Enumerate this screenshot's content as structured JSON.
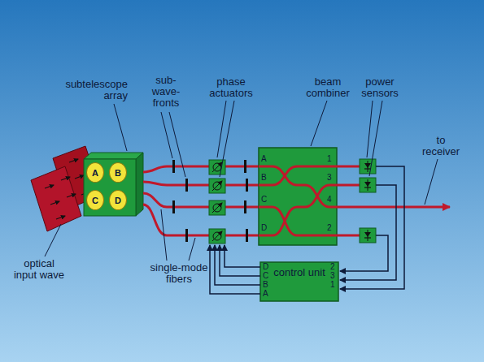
{
  "diagram": {
    "nodes": [
      {
        "text": [
          "A"
        ]
      },
      {
        "text": [
          "B"
        ]
      },
      {
        "text": [
          "C"
        ]
      },
      {
        "text": [
          "D"
        ]
      },
      {
        "text": [
          "A",
          "B",
          "C",
          "D",
          "1",
          "3",
          "4",
          "2"
        ]
      },
      {
        "text": [
          "control unit",
          "D",
          "C",
          "B",
          "A",
          "2",
          "3",
          "1"
        ]
      }
    ],
    "labels": [
      "subtelescope array",
      "sub- wave- fronts",
      "phase actuators",
      "beam combiner",
      "power sensors",
      "to receiver",
      "optical input wave",
      "single-mode fibers"
    ]
  }
}
